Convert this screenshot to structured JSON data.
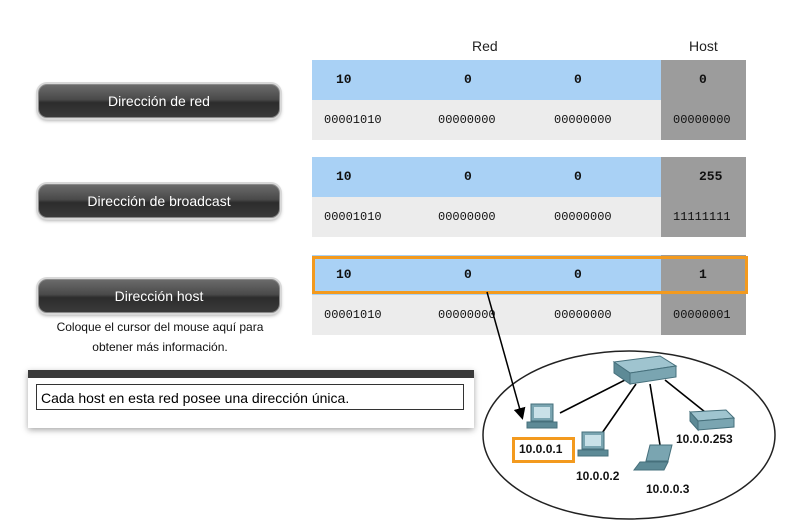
{
  "headers": {
    "red": "Red",
    "host": "Host"
  },
  "buttons": {
    "network": "Dirección de red",
    "broadcast": "Dirección de broadcast",
    "host": "Dirección host"
  },
  "hint": {
    "line1": "Coloque el cursor del mouse aquí para",
    "line2": "obtener más información."
  },
  "info_text": "Cada host en esta red posee una dirección única.",
  "tables": {
    "network": {
      "decimal": [
        "10",
        "0",
        "0",
        "0"
      ],
      "binary": [
        "00001010",
        "00000000",
        "00000000",
        "00000000"
      ]
    },
    "broadcast": {
      "decimal": [
        "10",
        "0",
        "0",
        "255"
      ],
      "binary": [
        "00001010",
        "00000000",
        "00000000",
        "11111111"
      ]
    },
    "host": {
      "decimal": [
        "10",
        "0",
        "0",
        "1"
      ],
      "binary": [
        "00001010",
        "00000000",
        "00000000",
        "00000001"
      ]
    }
  },
  "diagram": {
    "ips": [
      "10.0.0.1",
      "10.0.0.2",
      "10.0.0.3",
      "10.0.0.253"
    ],
    "colors": {
      "highlight": "#f39a1e",
      "network_bits": "#a9d1f5",
      "host_bits": "#9c9c9c"
    }
  }
}
